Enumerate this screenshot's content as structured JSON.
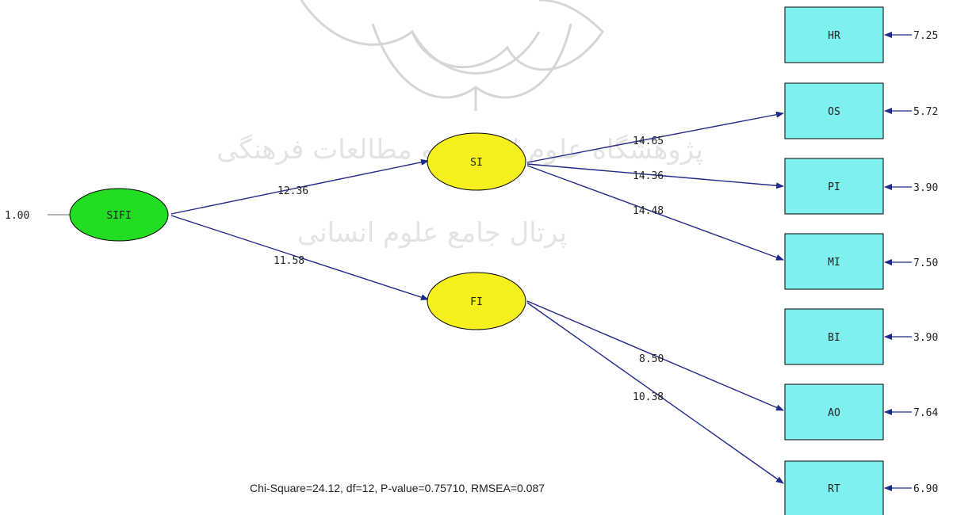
{
  "colors": {
    "observed_box": "#7ff0f0",
    "exogenous_latent": "#22dd22",
    "endogenous_latent": "#f5f01e",
    "path": "#1f2a8a"
  },
  "watermark": {
    "line1": "پژوهشگاه علوم انسانی و مطالعات فرهنگی",
    "line2": "پرتال جامع علوم انسانی"
  },
  "latent": {
    "sifi": {
      "label": "SIFI",
      "variance": "1.00"
    },
    "si": {
      "label": "SI"
    },
    "fi": {
      "label": "FI"
    }
  },
  "structural_paths": {
    "sifi_si": "12.36",
    "sifi_fi": "11.58"
  },
  "indicators": [
    {
      "label": "HR",
      "error": "7.25"
    },
    {
      "label": "OS",
      "error": "5.72"
    },
    {
      "label": "PI",
      "error": "3.90"
    },
    {
      "label": "MI",
      "error": "7.50"
    },
    {
      "label": "BI",
      "error": "3.90"
    },
    {
      "label": "AO",
      "error": "7.64"
    },
    {
      "label": "RT",
      "error": "6.90"
    }
  ],
  "loadings": {
    "si_os": "14.65",
    "si_pi": "14.36",
    "si_mi": "14.48",
    "fi_ao": "8.50",
    "fi_rt": "10.38"
  },
  "fit_statistics": "Chi-Square=24.12, df=12, P-value=0.75710, RMSEA=0.087"
}
